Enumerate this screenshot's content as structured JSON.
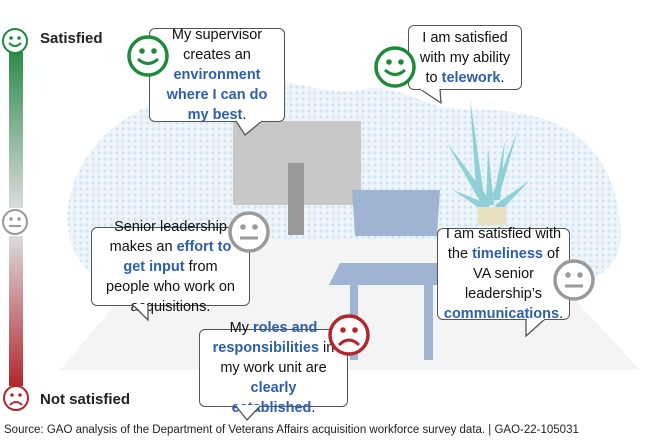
{
  "scale": {
    "top_label": "Satisfied",
    "bottom_label": "Not satisfied",
    "colors": {
      "satisfied": "#1e8a3c",
      "neutral": "#9a9a9a",
      "not_satisfied": "#b0282e"
    }
  },
  "statements": [
    {
      "sentiment": "satisfied",
      "segments": [
        {
          "text": "My supervisor creates an "
        },
        {
          "text": "environment where I can do my best",
          "em": true
        },
        {
          "text": "."
        }
      ]
    },
    {
      "sentiment": "satisfied",
      "segments": [
        {
          "text": "I am satisfied with my ability to "
        },
        {
          "text": "telework",
          "em": true
        },
        {
          "text": "."
        }
      ]
    },
    {
      "sentiment": "neutral",
      "segments": [
        {
          "text": "Senior leadership makes an "
        },
        {
          "text": "effort to get input",
          "em": true
        },
        {
          "text": " from people who work on acquisitions."
        }
      ]
    },
    {
      "sentiment": "neutral",
      "segments": [
        {
          "text": "I am satisfied with the "
        },
        {
          "text": "timeliness",
          "em": true
        },
        {
          "text": " of VA senior leadership’s "
        },
        {
          "text": "communications",
          "em": true
        },
        {
          "text": "."
        }
      ]
    },
    {
      "sentiment": "not_satisfied",
      "segments": [
        {
          "text": "My "
        },
        {
          "text": "roles and responsibilities",
          "em": true
        },
        {
          "text": " in my work unit are "
        },
        {
          "text": "clearly established",
          "em": true
        },
        {
          "text": "."
        }
      ]
    }
  ],
  "footer": {
    "source": "Source: GAO analysis of the Department of Veterans Affairs acquisition workforce survey data.  |  GAO-22-105031"
  },
  "accent_text_color": "#2e5fa8"
}
